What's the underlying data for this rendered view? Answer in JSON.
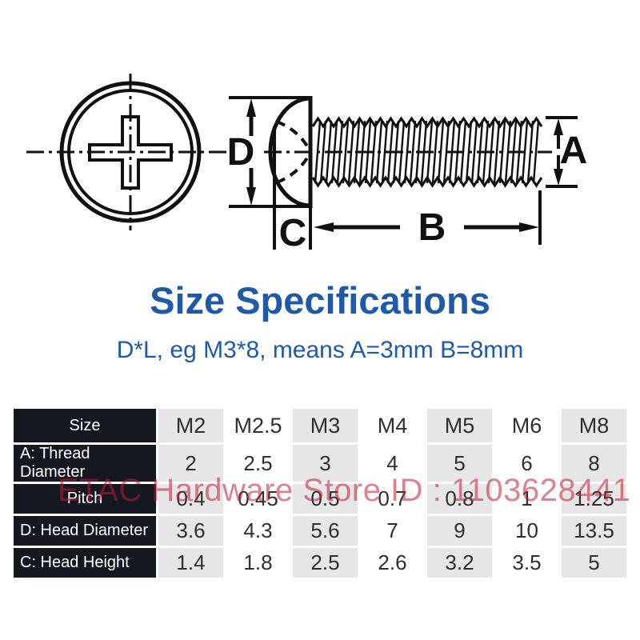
{
  "title": "Size Specifications",
  "subtitle": "D*L, eg M3*8, means A=3mm B=8mm",
  "watermark": "ETAC Hardware Store ID : 1103628441",
  "diagram": {
    "dim_head_diameter": "D",
    "dim_head_height": "C",
    "dim_thread_length": "B",
    "dim_thread_diameter": "A"
  },
  "colors": {
    "accent_blue": "#1e5aa8",
    "header_cell_bg": "#151821",
    "shaded_cell_bg": "#e6e6e6",
    "white_cell_bg": "#ffffff",
    "watermark_red": "#c01c2d",
    "line_art": "#111111"
  },
  "chart_data": {
    "type": "table",
    "columns": [
      "Size",
      "M2",
      "M2.5",
      "M3",
      "M4",
      "M5",
      "M6",
      "M8"
    ],
    "rows": [
      {
        "label": "A: Thread Diameter",
        "values": [
          "2",
          "2.5",
          "3",
          "4",
          "5",
          "6",
          "8"
        ]
      },
      {
        "label": "Pitch",
        "values": [
          "0.4",
          "0.45",
          "0.5",
          "0.7",
          "0.8",
          "1",
          "1.25"
        ]
      },
      {
        "label": "D: Head Diameter",
        "values": [
          "3.6",
          "4.3",
          "5.6",
          "7",
          "9",
          "10",
          "13.5"
        ]
      },
      {
        "label": "C: Head Height",
        "values": [
          "1.4",
          "1.8",
          "2.5",
          "2.6",
          "3.2",
          "3.5",
          "5"
        ]
      }
    ]
  }
}
